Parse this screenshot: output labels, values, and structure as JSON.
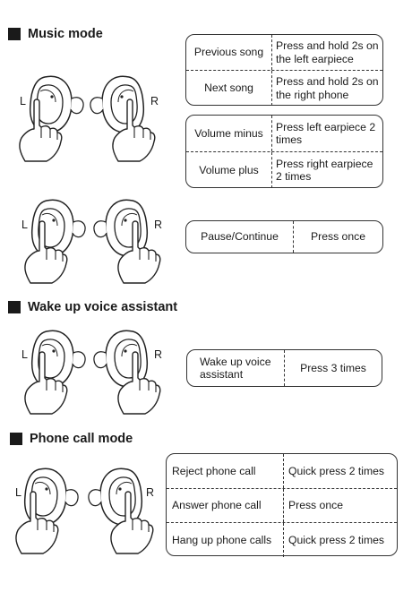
{
  "sections": {
    "music": {
      "title": "Music mode"
    },
    "voice": {
      "title": "Wake up voice assistant"
    },
    "call": {
      "title": "Phone call mode"
    }
  },
  "ear_labels": {
    "left": "L",
    "right": "R"
  },
  "music_song": [
    {
      "action": "Previous song",
      "gesture": "Press and hold 2s on the left earpiece"
    },
    {
      "action": "Next song",
      "gesture": "Press and hold 2s on the right phone"
    }
  ],
  "music_volume": [
    {
      "action": "Volume minus",
      "gesture": "Press left earpiece 2 times"
    },
    {
      "action": "Volume plus",
      "gesture": "Press right earpiece 2 times"
    }
  ],
  "music_pause": {
    "action": "Pause/Continue",
    "gesture": "Press once"
  },
  "voice": {
    "action": "Wake up voice assistant",
    "gesture": "Press 3 times"
  },
  "call": [
    {
      "action": "Reject phone call",
      "gesture": "Quick press 2 times"
    },
    {
      "action": "Answer phone call",
      "gesture": "Press once"
    },
    {
      "action": "Hang up phone calls",
      "gesture": "Quick press 2 times"
    }
  ]
}
